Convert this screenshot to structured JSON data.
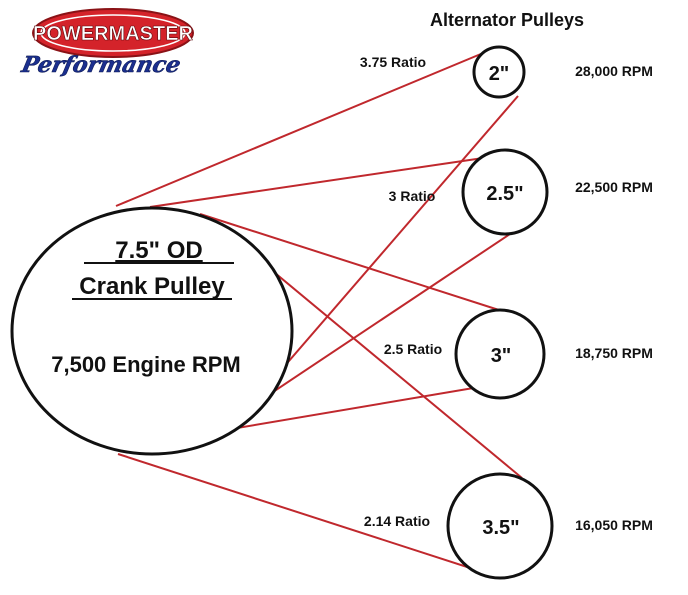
{
  "header": {
    "title": "Alternator Pulleys"
  },
  "logo": {
    "brand": "POWERMASTER",
    "sub": "Performance"
  },
  "crank": {
    "size_label": "7.5\" OD",
    "name_label": "Crank Pulley",
    "rpm_label": "7,500 Engine RPM"
  },
  "alternators": [
    {
      "size": "2\"",
      "ratio": "3.75 Ratio",
      "rpm": "28,000 RPM"
    },
    {
      "size": "2.5\"",
      "ratio": "3 Ratio",
      "rpm": "22,500 RPM"
    },
    {
      "size": "3\"",
      "ratio": "2.5 Ratio",
      "rpm": "18,750 RPM"
    },
    {
      "size": "3.5\"",
      "ratio": "2.14 Ratio",
      "rpm": "16,050 RPM"
    }
  ],
  "colors": {
    "belt": "#c0282d",
    "outline": "#111111",
    "logo_red": "#d4232a",
    "logo_blue": "#1b2f8f"
  }
}
